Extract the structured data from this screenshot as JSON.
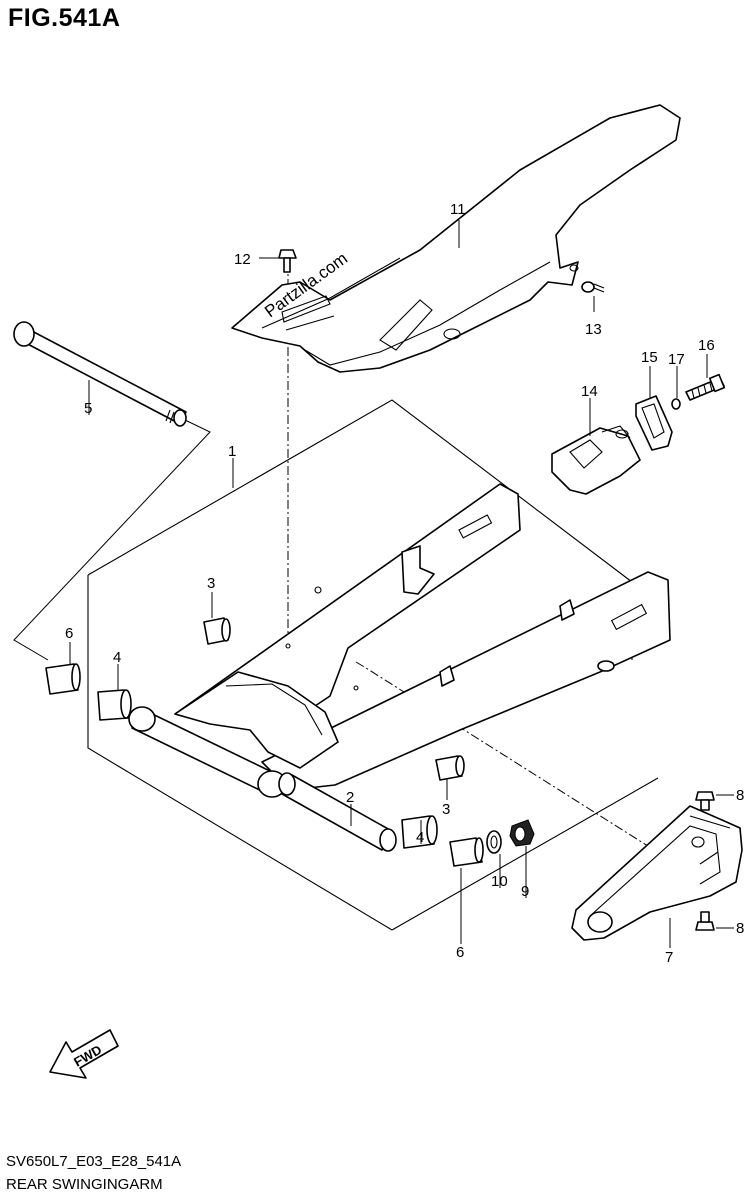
{
  "figure": {
    "title": "FIG.541A",
    "code": "SV650L7_E03_E28_541A",
    "name": "REAR SWINGINGARM",
    "watermark": "Partzilla.com",
    "direction_label": "FWD"
  },
  "callouts": {
    "c1": "1",
    "c2": "2",
    "c3a": "3",
    "c3b": "3",
    "c4a": "4",
    "c4b": "4",
    "c5": "5",
    "c6a": "6",
    "c6b": "6",
    "c7": "7",
    "c8a": "8",
    "c8b": "8",
    "c9": "9",
    "c10": "10",
    "c11": "11",
    "c12": "12",
    "c13": "13",
    "c14": "14",
    "c15": "15",
    "c16": "16",
    "c17": "17"
  }
}
